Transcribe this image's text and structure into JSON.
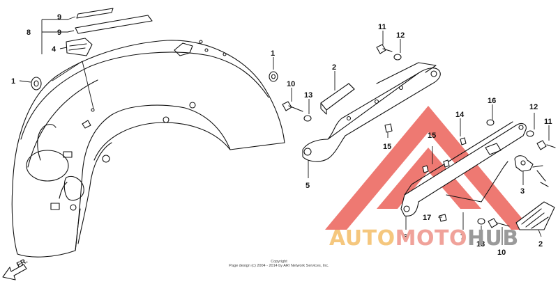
{
  "diagram": {
    "callouts": [
      "9",
      "9",
      "8",
      "4",
      "1",
      "1",
      "2",
      "10",
      "13",
      "11",
      "12",
      "5",
      "15",
      "14",
      "15",
      "16",
      "12",
      "11",
      "3",
      "17",
      "6",
      "7",
      "13",
      "10",
      "2"
    ],
    "direction_label": "FR."
  },
  "copyright": {
    "line1": "Copyright",
    "line2": "Page design (c) 2004 - 2014 by ARI Network Services, Inc."
  },
  "watermark": {
    "part1": "AUTO",
    "part2": "MOTO",
    "part3": "HUB",
    "colors": {
      "auto": "#f5c77e",
      "moto": "#f0a29a",
      "hub": "#9a9a9a",
      "triangle": "#e8463c"
    }
  }
}
